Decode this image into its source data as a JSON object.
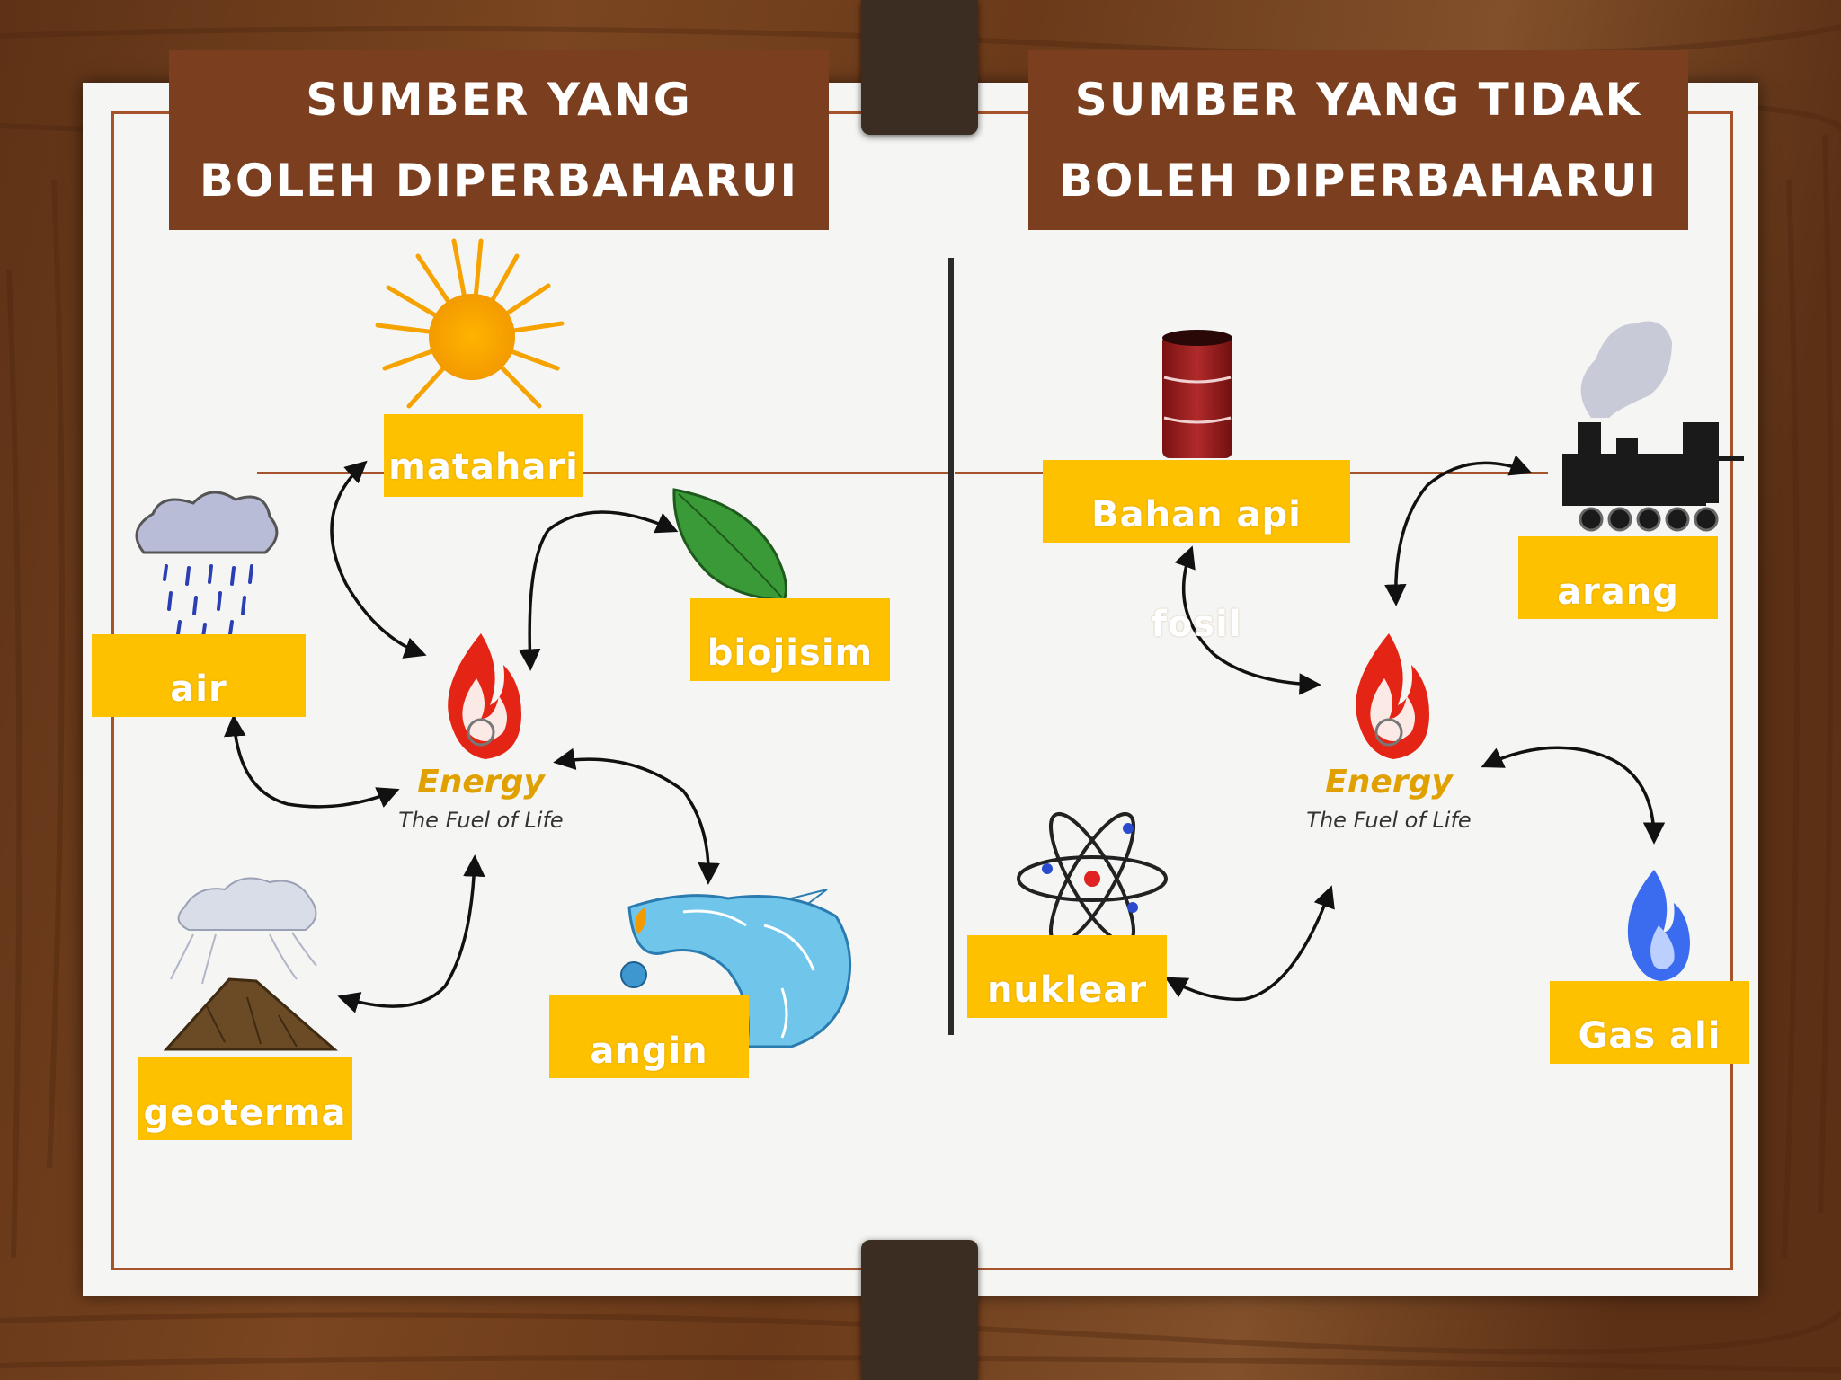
{
  "headers": {
    "left": [
      "SUMBER YANG",
      "BOLEH DIPERBAHARUI"
    ],
    "right": [
      "SUMBER YANG TIDAK",
      "BOLEH DIPERBAHARUI"
    ]
  },
  "renewable": {
    "matahari": "matahari",
    "biojisim": "biojisim",
    "air": "air",
    "angin": "angin",
    "geoterma": "geoterma"
  },
  "nonrenewable": {
    "bahan_api_fosil": "Bahan api fosil",
    "arang": "arang",
    "nuklear": "nuklear",
    "gas_ali": "Gas ali"
  },
  "energy_logo": {
    "word": "Energy",
    "tagline": "The Fuel of Life"
  },
  "colors": {
    "label_bg": "#fdc100",
    "header_bg": "#7b3f1f",
    "frame": "#a5532a"
  }
}
